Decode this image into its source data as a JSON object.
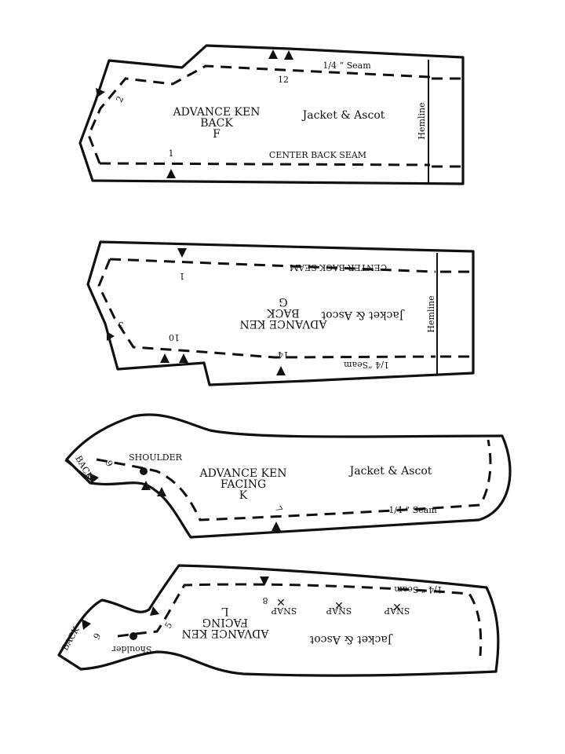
{
  "pieces": {
    "back_f": {
      "title1": "ADVANCE KEN",
      "title2": "BACK",
      "code": "F",
      "garment": "Jacket & Ascot",
      "seam": "1/4 “ Seam",
      "hemline": "Hemline",
      "center_back_seam": "CENTER BACK SEAM",
      "n12": "12",
      "n2": "2",
      "n1": "1"
    },
    "back_g": {
      "title1": "ADVANCE KEN",
      "title2": "BACK",
      "code": "G",
      "garment": "Jacket & Ascot",
      "seam": "1/4 “Seam",
      "hemline": "Hemline",
      "center_back_seam": "CENTER BACK SEAM",
      "n1": "1",
      "n3": "3",
      "n10": "10",
      "n14": "14"
    },
    "facing_k": {
      "title1": "ADVANCE KEN",
      "title2": "FACING",
      "code": "K",
      "garment": "Jacket & Ascot",
      "seam": "1/4 “ Seam",
      "shoulder": "SHOULDER",
      "back": "BACK",
      "n9": "9",
      "n7": "7"
    },
    "facing_l": {
      "title1": "ADVANCE KEN",
      "title2": "FACING",
      "code": "L",
      "garment": "Jacket & Ascot",
      "seam": "1/4 “ Seam",
      "shoulder": "Shoulder",
      "back": "BACK",
      "snap": "SNAP",
      "n8": "8",
      "n9": "9",
      "n5": "5"
    }
  }
}
